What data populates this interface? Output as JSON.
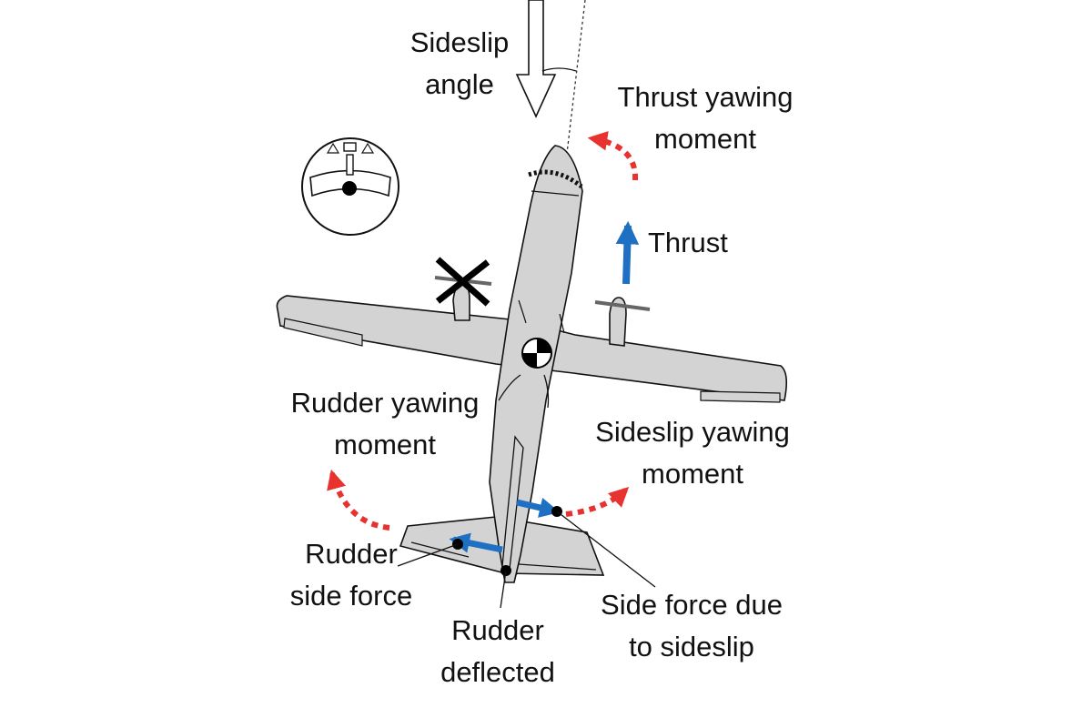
{
  "colors": {
    "airframe_fill": "#d3d3d3",
    "outline": "#111111",
    "force_arrow": "#1f6fc2",
    "moment_arrow": "#e8322f",
    "background": "#ffffff"
  },
  "icons": [
    "sideslip-wind-arrow",
    "ball-slip-indicator-icon",
    "feathered-propeller-x-icon",
    "center-of-gravity-icon"
  ],
  "labels": {
    "sideslip_angle": {
      "line1": "Sideslip",
      "line2": "angle"
    },
    "thrust_yawing_moment": {
      "line1": "Thrust yawing",
      "line2": "moment"
    },
    "thrust": "Thrust",
    "rudder_yawing_moment": {
      "line1": "Rudder yawing",
      "line2": "moment"
    },
    "sideslip_yawing_moment": {
      "line1": "Sideslip yawing",
      "line2": "moment"
    },
    "rudder_side_force": {
      "line1": "Rudder",
      "line2": "side force"
    },
    "rudder_deflected": {
      "line1": "Rudder",
      "line2": "deflected"
    },
    "side_force_due_to_sideslip": {
      "line1": "Side force due",
      "line2": "to sideslip"
    }
  }
}
